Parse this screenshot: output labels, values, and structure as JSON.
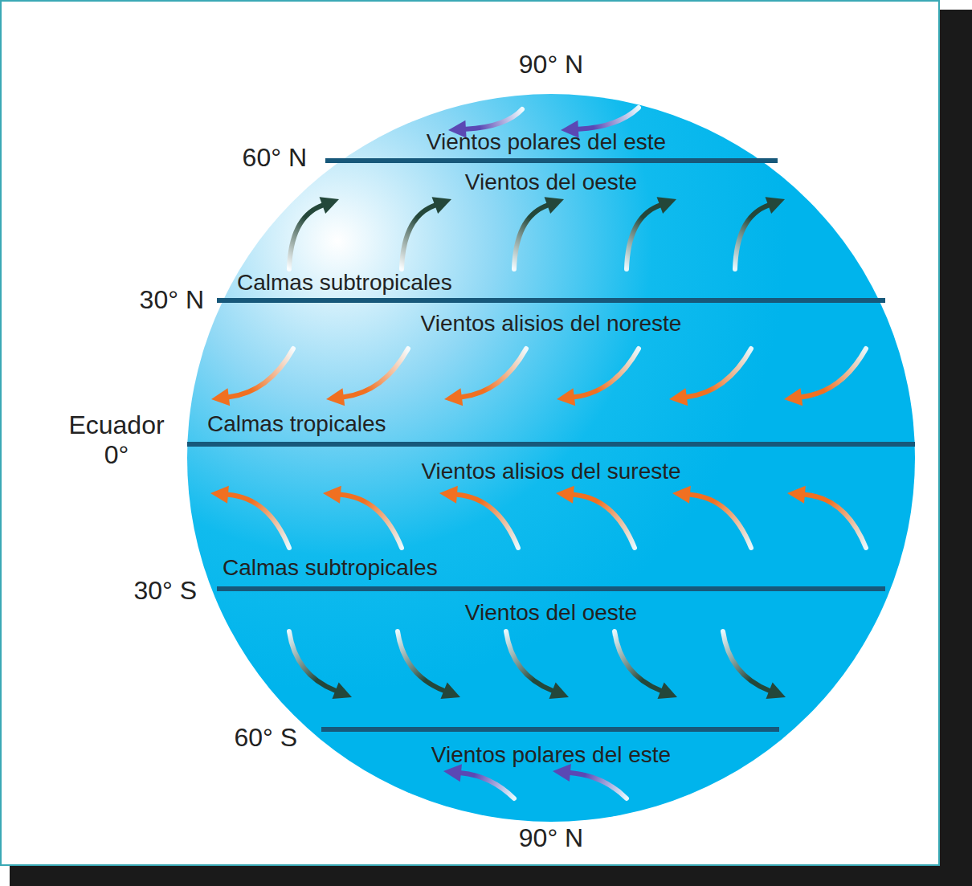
{
  "diagram": {
    "labels": [
      "90° N",
      "Vientos polares del este",
      "60° N",
      "Vientos del oeste",
      "Calmas subtropicales",
      "30° N",
      "Vientos alisios del noreste",
      "Ecuador 0°",
      "Calmas tropicales",
      "Vientos alisios del sureste",
      "Calmas subtropicales",
      "30° S",
      "Vientos del oeste",
      "60° S",
      "Vientos polares del este",
      "90° N"
    ]
  }
}
